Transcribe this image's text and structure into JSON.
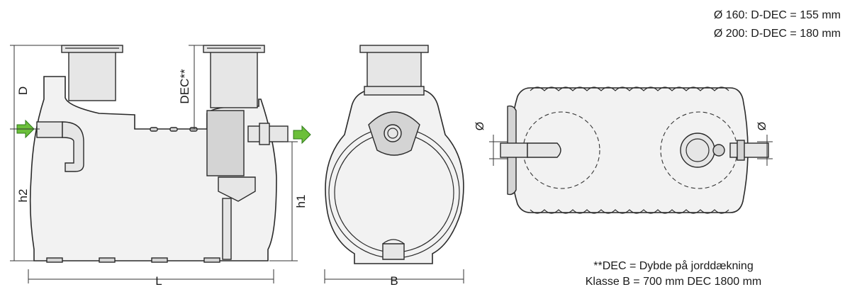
{
  "spec_notes": {
    "line1": "Ø 160: D-DEC = 155 mm",
    "line2": "Ø 200: D-DEC = 180 mm"
  },
  "dimension_labels": {
    "depth": "D",
    "cover_depth": "DEC**",
    "inlet_height": "h2",
    "outlet_height": "h1",
    "length": "L",
    "width": "B",
    "diameter_left": "Ø",
    "diameter_right": "Ø"
  },
  "footnote": {
    "line1": "**DEC = Dybde på jorddækning",
    "line2": "Klasse B = 700 mm  DEC  1800 mm"
  },
  "colors": {
    "flow_arrow": "#6bbf3a",
    "outline": "#2a2a2a",
    "body_fill": "#f2f2f2"
  }
}
